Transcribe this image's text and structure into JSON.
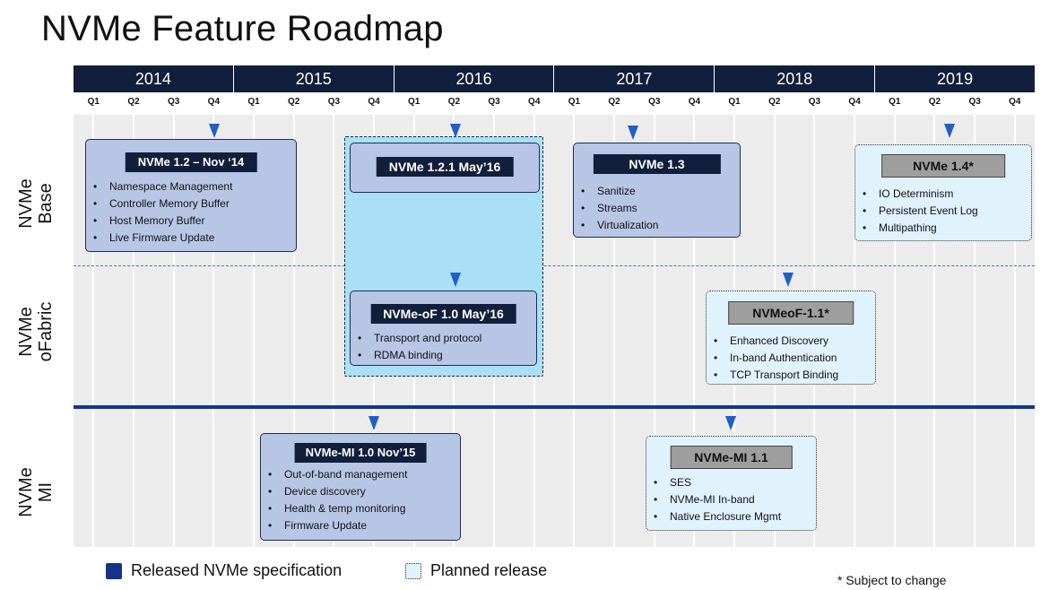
{
  "title": "NVMe Feature Roadmap",
  "years": [
    "2014",
    "2015",
    "2016",
    "2017",
    "2018",
    "2019"
  ],
  "quarters": [
    "Q1",
    "Q2",
    "Q3",
    "Q4"
  ],
  "rows": [
    {
      "line1": "NVMe",
      "line2": "Base"
    },
    {
      "line1": "NVMe",
      "line2": "oFabric"
    },
    {
      "line1": "NVMe",
      "line2": "MI"
    }
  ],
  "boxes": {
    "nvme12": {
      "title": "NVMe 1.2 – Nov ‘14",
      "items": [
        "Namespace Management",
        "Controller Memory Buffer",
        "Host Memory Buffer",
        "Live Firmware Update"
      ]
    },
    "nvme121": {
      "title": "NVMe 1.2.1 May’16",
      "items": []
    },
    "nvmeof10": {
      "title": "NVMe-oF 1.0 May’16",
      "items": [
        "Transport and protocol",
        "RDMA binding"
      ]
    },
    "nvme13": {
      "title": "NVMe 1.3",
      "items": [
        "Sanitize",
        "Streams",
        "Virtualization"
      ]
    },
    "nvme14": {
      "title": "NVMe 1.4*",
      "items": [
        "IO Determinism",
        "Persistent Event Log",
        "Multipathing"
      ]
    },
    "nvmeof11": {
      "title": "NVMeoF-1.1*",
      "items": [
        "Enhanced Discovery",
        "In-band Authentication",
        "TCP Transport Binding"
      ]
    },
    "nvmemi10": {
      "title": "NVMe-MI 1.0  Nov’15",
      "items": [
        "Out-of-band management",
        "Device discovery",
        "Health & temp monitoring",
        "Firmware Update"
      ]
    },
    "nvmemi11": {
      "title": "NVMe-MI 1.1",
      "items": [
        "SES",
        "NVMe-MI In-band",
        "Native Enclosure Mgmt"
      ]
    }
  },
  "legend": {
    "released": "Released NVMe specification",
    "planned": "Planned release"
  },
  "note": "* Subject to change",
  "colors": {
    "header": "#111e3c",
    "released": "#b8c6e6",
    "planned": "#e0f2fb",
    "group": "#a9e0f6",
    "marker": "#1f5fc8"
  }
}
